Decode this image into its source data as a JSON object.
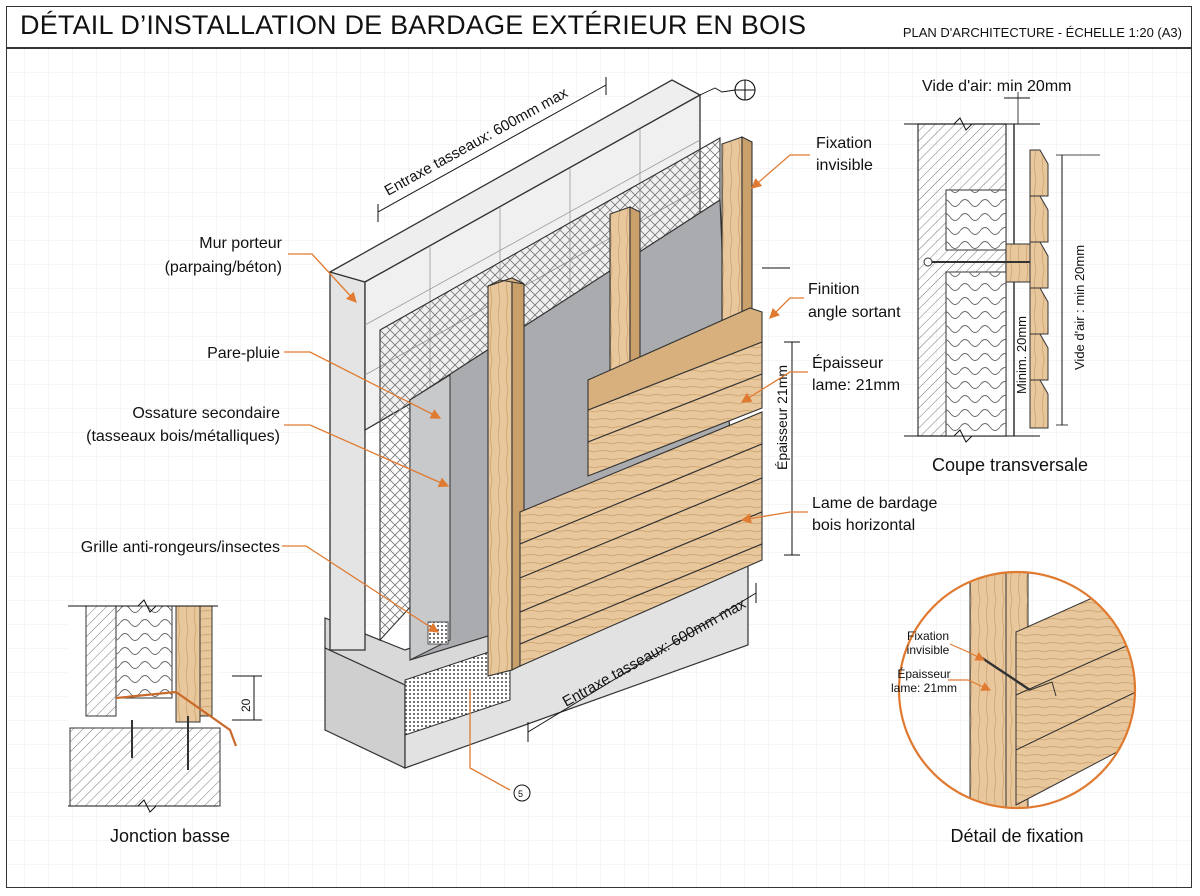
{
  "header": {
    "title": "DÉTAIL D’INSTALLATION DE BARDAGE EXTÉRIEUR EN BOIS",
    "subtitle": "PLAN D'ARCHITECTURE - ÉCHELLE 1:20 (A3)"
  },
  "labels": {
    "mur_porteur_1": "Mur porteur",
    "mur_porteur_2": "(parpaing/béton)",
    "pare_pluie": "Pare-pluie",
    "ossature_1": "Ossature secondaire",
    "ossature_2": "(tasseaux bois/métalliques)",
    "grille": "Grille anti-rongeurs/insectes",
    "fixation_1": "Fixation",
    "fixation_2": "invisible",
    "finition_1": "Finition",
    "finition_2": "angle sortant",
    "epaisseur_1": "Épaisseur",
    "epaisseur_2": "lame: 21mm",
    "lame_1": "Lame de bardage",
    "lame_2": "bois horizontal",
    "entraxe_top": "Entraxe tasseaux: 600mm max",
    "entraxe_bottom": "Entraxe tasseaux: 600mm max",
    "epaisseur_vertical": "Épaisseur 21mm"
  },
  "coupe": {
    "title": "Coupe transversale",
    "vide_air": "Vide d'air: min 20mm",
    "minim": "Minim. 20mm",
    "vide_air_vertical": "Vide d'air : min 20mm"
  },
  "jonction": {
    "title": "Jonction basse",
    "dimension": "20"
  },
  "detail_fixation": {
    "title": "Détail de fixation",
    "fixation_1": "Fixation",
    "fixation_2": "invisible",
    "epaisseur_1": "Épaisseur",
    "epaisseur_2": "lame: 21mm"
  },
  "colors": {
    "wood": "#e8c79c",
    "wood_dark": "#c9a06a",
    "leader": "#e07a30",
    "concrete": "#d9d9d9",
    "membrane": "#a9abae"
  }
}
